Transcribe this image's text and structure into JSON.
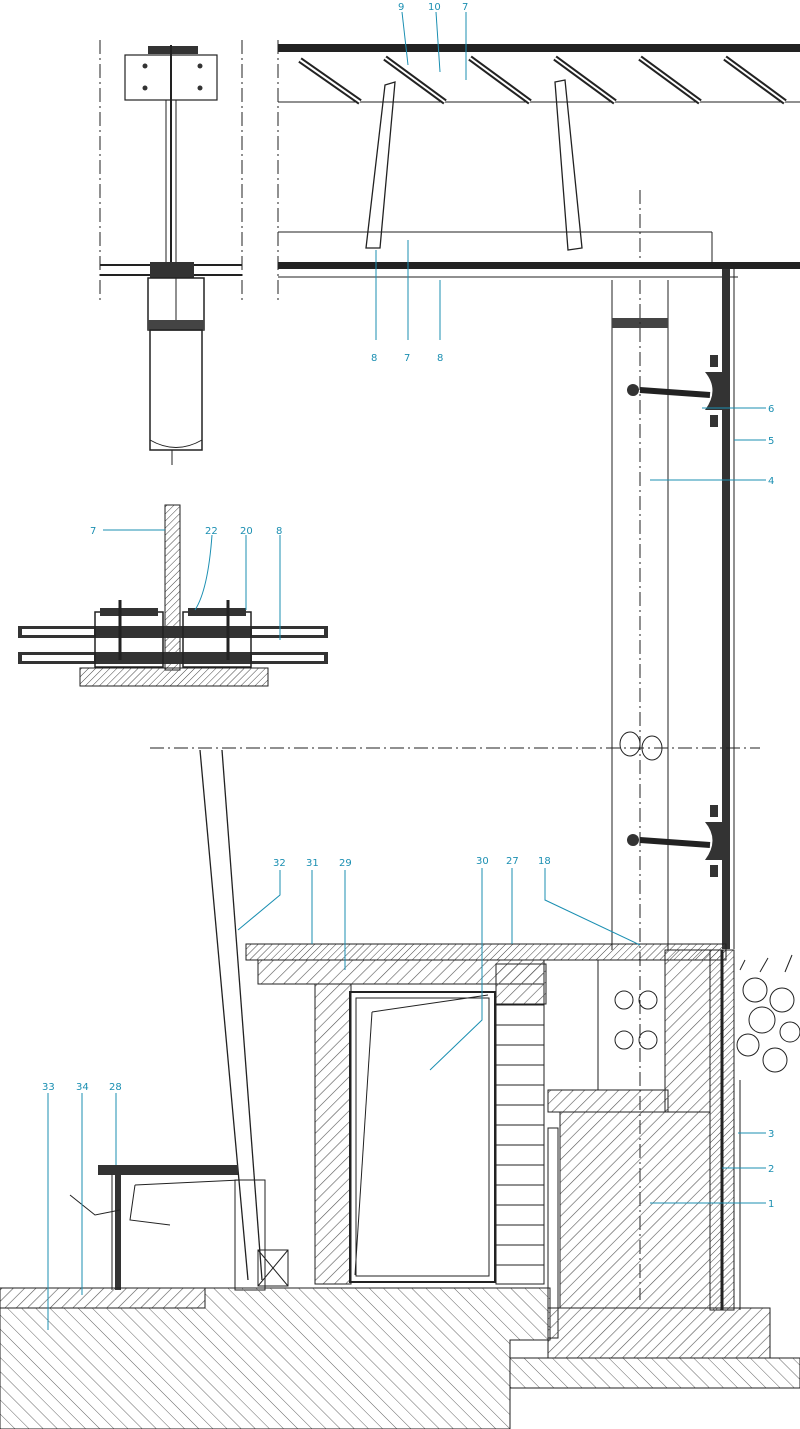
{
  "colors": {
    "line": "#222222",
    "callout": "#1b8fb2",
    "hatch": "#555555",
    "background": "#ffffff"
  },
  "labels": {
    "top_9": "9",
    "top_10": "10",
    "top_7": "7",
    "mid_8": "8",
    "mid_7": "7",
    "mid_8b": "8",
    "right_6": "6",
    "right_5": "5",
    "right_4": "4",
    "det_7": "7",
    "det_22": "22",
    "det_20": "20",
    "det_8": "8",
    "low_32": "32",
    "low_31": "31",
    "low_29": "29",
    "low_30": "30",
    "low_27": "27",
    "low_18": "18",
    "bot_33": "33",
    "bot_34": "34",
    "bot_28": "28",
    "bot_3": "3",
    "bot_2": "2",
    "bot_1": "1"
  }
}
